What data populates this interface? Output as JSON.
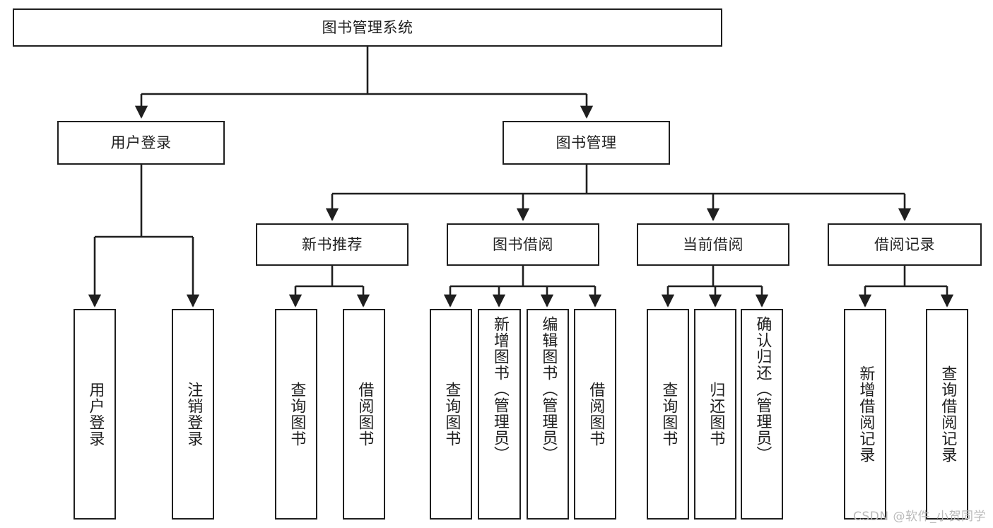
{
  "diagram": {
    "title_node": {
      "label": "图书管理系统"
    },
    "level2": [
      {
        "id": "user-login",
        "label": "用户登录"
      },
      {
        "id": "book-management",
        "label": "图书管理"
      }
    ],
    "level3": [
      {
        "id": "new-book-recommend",
        "label": "新书推荐"
      },
      {
        "id": "book-borrow",
        "label": "图书借阅"
      },
      {
        "id": "current-borrow",
        "label": "当前借阅"
      },
      {
        "id": "borrow-record",
        "label": "借阅记录"
      }
    ],
    "leaves": [
      {
        "id": "leaf-user-login",
        "label": "用户登录"
      },
      {
        "id": "leaf-logout-login",
        "label": "注销登录"
      },
      {
        "id": "leaf-query-book-1",
        "label": "查询图书"
      },
      {
        "id": "leaf-borrow-book-1",
        "label": "借阅图书"
      },
      {
        "id": "leaf-query-book-2",
        "label": "查询图书"
      },
      {
        "id": "leaf-add-book-admin",
        "label": "新增图书（管理员）"
      },
      {
        "id": "leaf-edit-book-admin",
        "label": "编辑图书（管理员）"
      },
      {
        "id": "leaf-borrow-book-2",
        "label": "借阅图书"
      },
      {
        "id": "leaf-query-book-3",
        "label": "查询图书"
      },
      {
        "id": "leaf-return-book",
        "label": "归还图书"
      },
      {
        "id": "leaf-confirm-return-admin",
        "label": "确认归还（管理员）"
      },
      {
        "id": "leaf-add-borrow-record",
        "label": "新增借阅记录"
      },
      {
        "id": "leaf-query-borrow-record",
        "label": "查询借阅记录"
      }
    ]
  },
  "watermark": {
    "text": "CSDN @软件_小贺同学"
  },
  "colors": {
    "stroke": "#1f1f1f",
    "fill": "#ffffff",
    "text": "#1f1f1f",
    "watermark": "#b9b9b9"
  }
}
